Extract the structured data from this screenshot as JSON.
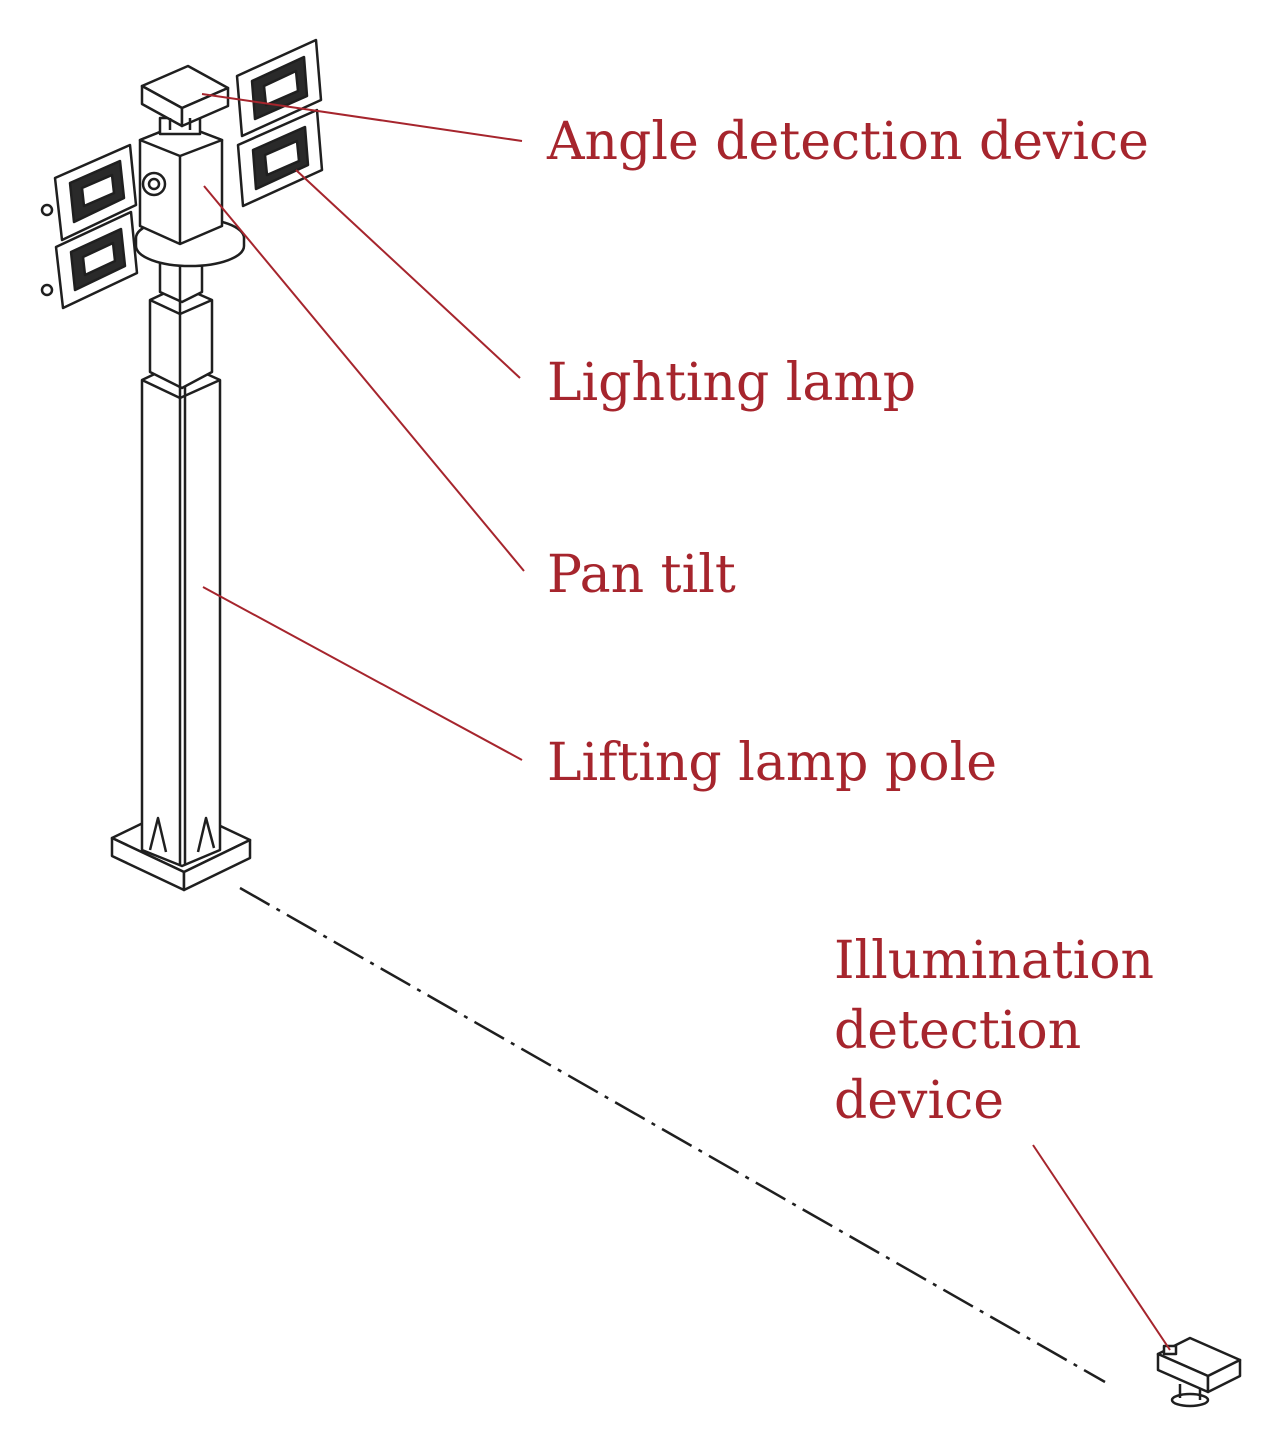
{
  "colors": {
    "label": "#a6252d",
    "leader": "#a6252d",
    "outline": "#1f1f1f",
    "fill": "#ffffff",
    "lens": "#2a2a2a"
  },
  "labels": {
    "angle_detection_device": "Angle detection device",
    "lighting_lamp": "Lighting lamp",
    "pan_tilt": "Pan tilt",
    "lifting_lamp_pole": "Lifting lamp pole",
    "illumination_detection_device": [
      "Illumination",
      "detection",
      "device"
    ]
  }
}
